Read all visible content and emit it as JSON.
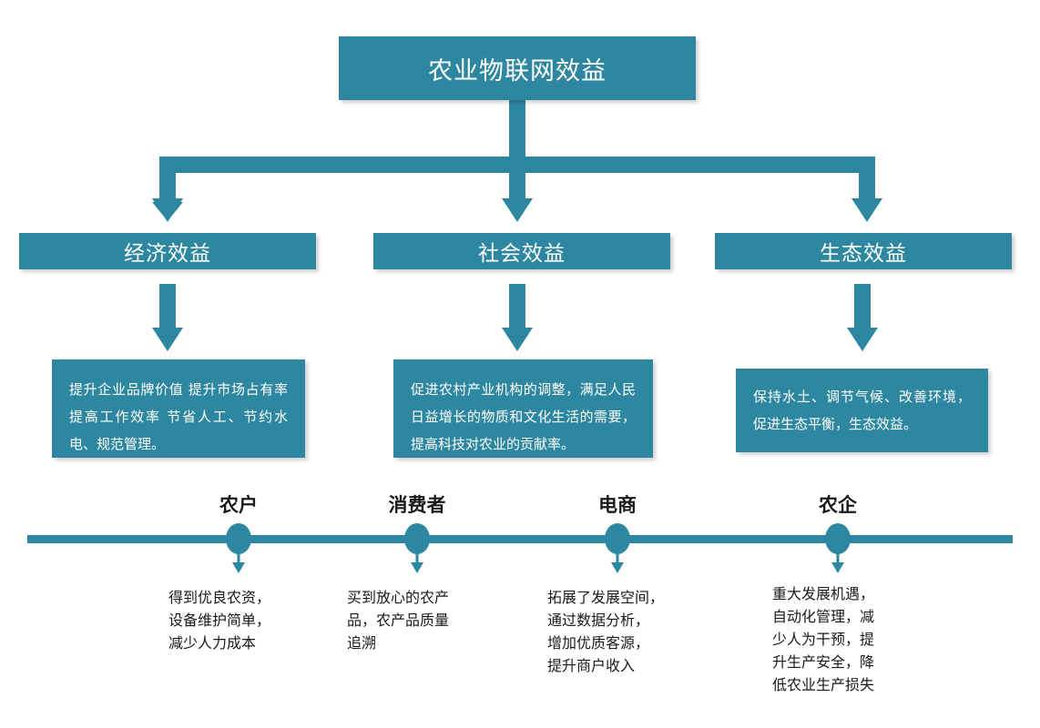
{
  "diagram": {
    "title": "农业物联网效益",
    "accent_color": "#2E87A0",
    "text_color_on_accent": "#FFFFFF",
    "label_color": "#1A1A1A",
    "background": "#FFFFFF"
  },
  "branches": [
    {
      "heading": "经济效益",
      "description": "提升企业品牌价值 提升市场占有率 提高工作效率 节省人工、节约水电、规范管理。"
    },
    {
      "heading": "社会效益",
      "description": "促进农村产业机构的调整，满足人民日益增长的物质和文化生活的需要，提高科技对农业的贡献率。"
    },
    {
      "heading": "生态效益",
      "description": "保持水土、调节气候、改善环境，促进生态平衡，生态效益。"
    }
  ],
  "timeline": {
    "stakeholders": [
      {
        "label": "农户",
        "benefit": "得到优良农资，\n设备维护简单，\n减少人力成本"
      },
      {
        "label": "消费者",
        "benefit": "买到放心的农产\n品，农产品质量\n追溯"
      },
      {
        "label": "电商",
        "benefit": "拓展了发展空间，\n通过数据分析，\n增加优质客源，\n提升商户收入"
      },
      {
        "label": "农企",
        "benefit": "重大发展机遇，\n自动化管理，减\n少人为干预，提\n升生产安全，降\n低农业生产损失"
      }
    ]
  }
}
